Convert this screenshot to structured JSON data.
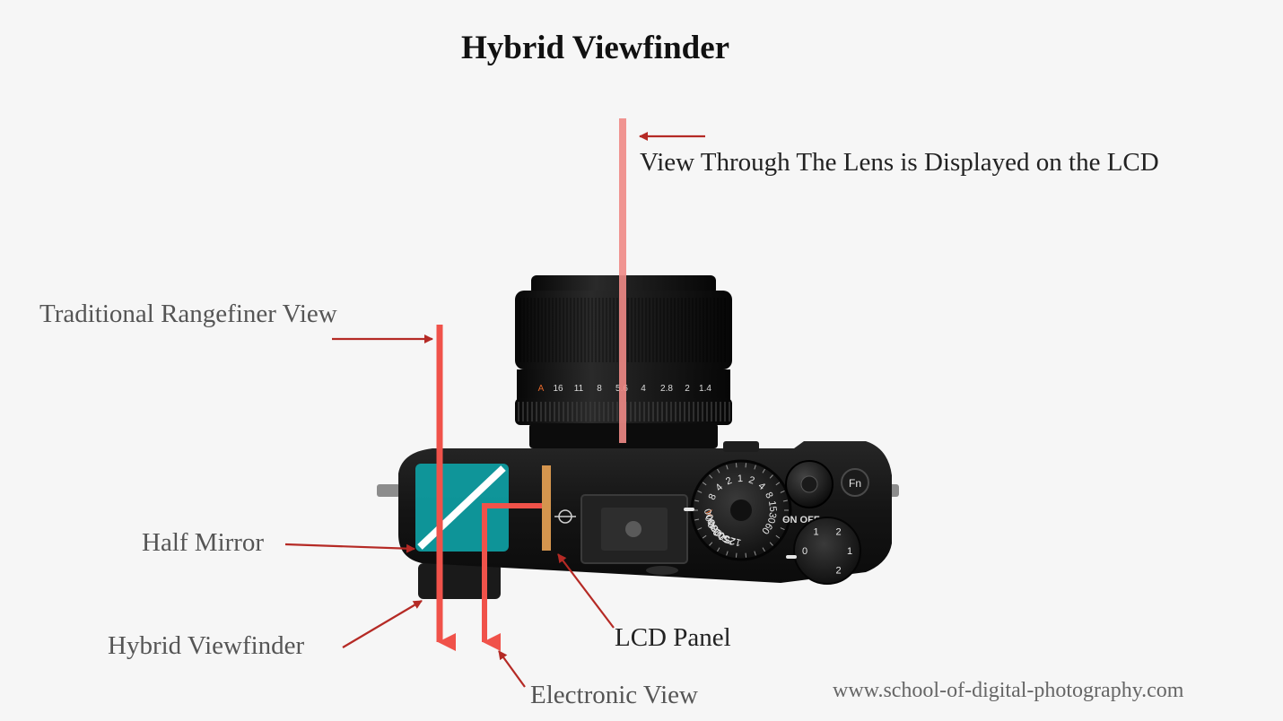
{
  "title": "Hybrid Viewfinder",
  "labels": {
    "lens_view": "View Through The Lens is Displayed on the LCD",
    "rangefinder_view": "Traditional Rangefiner View",
    "half_mirror": "Half Mirror",
    "hybrid_viewfinder": "Hybrid Viewfinder",
    "lcd_panel": "LCD Panel",
    "electronic_view": "Electronic View"
  },
  "website": "www.school-of-digital-photography.com",
  "camera": {
    "aperture_scale": [
      "A",
      "16",
      "11",
      "8",
      "5.6",
      "4",
      "2.8",
      "2",
      "1.4"
    ],
    "shutter_dial_left": [
      "A",
      "4000",
      "2000",
      "1000",
      "500",
      "250",
      "125"
    ],
    "shutter_dial_right": [
      "8",
      "4",
      "2",
      "1",
      "2",
      "4",
      "8",
      "15",
      "30",
      "60"
    ],
    "power_label": "ON OFF",
    "fn_label": "Fn",
    "exposure_comp": [
      "0",
      "1",
      "2",
      "1",
      "2"
    ]
  },
  "colors": {
    "background": "#f6f6f6",
    "light_path": "#f0524a",
    "lens_path": "#f08a86",
    "mirror_box": "#0f9a9e",
    "lcd_panel": "#d4954e",
    "pointer_arrow": "#b52a25",
    "camera_body": "#121212"
  }
}
